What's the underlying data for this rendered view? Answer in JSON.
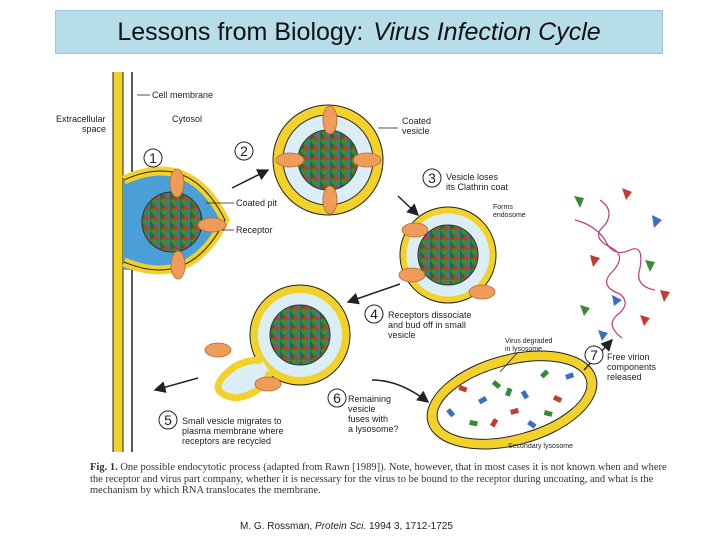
{
  "title": {
    "main": "Lessons from Biology:",
    "italic": "Virus Infection Cycle"
  },
  "labels": {
    "cell_membrane": "Cell membrane",
    "extracellular_1": "Extracellular",
    "extracellular_2": "space",
    "cytosol": "Cytosol",
    "coated_vesicle_1": "Coated",
    "coated_vesicle_2": "vesicle",
    "coated_pit": "Coated pit",
    "receptor": "Receptor",
    "clathrin_1": "Vesicle loses",
    "clathrin_2": "its Clathrin coat",
    "endosome_1": "Forms",
    "endosome_2": "endosome",
    "dissociate_1": "Receptors dissociate",
    "dissociate_2": "and bud off in small",
    "dissociate_3": "vesicle",
    "degraded_1": "Virus degraded",
    "degraded_2": "in lysosome",
    "free_1": "Free virion",
    "free_2": "components",
    "free_3": "released",
    "remaining_1": "Remaining",
    "remaining_2": "vesicle",
    "remaining_3": "fuses with",
    "remaining_4": "a lysosome?",
    "migrates_1": "Small vesicle migrates to",
    "migrates_2": "plasma membrane where",
    "migrates_3": "receptors are recycled",
    "secondary_lysosome": "Secondary lysosome"
  },
  "steps": [
    "1",
    "2",
    "3",
    "4",
    "5",
    "6",
    "7"
  ],
  "caption": {
    "fig": "Fig. 1.",
    "text": "One possible endocytotic process (adapted from Rawn [1989]). Note, however, that in most cases it is not known when and where the receptor and virus part company, whether it is necessary for the virus to be bound to the receptor during uncoating, and what is the mechanism by which RNA translocates the membrane."
  },
  "citation": {
    "author": "M. G. Rossman,",
    "journal": "Protein Sci.",
    "details": "1994 3, 1712-1725"
  },
  "colors": {
    "membrane": "#f2d22a",
    "vesicle_fill": "#dbeef5",
    "receptor": "#ef9b5a",
    "capsid_green": "#3a8a3a",
    "capsid_red": "#c63b2f",
    "capsid_blue": "#3b6fc4",
    "title_bg": "#b7dde8"
  }
}
